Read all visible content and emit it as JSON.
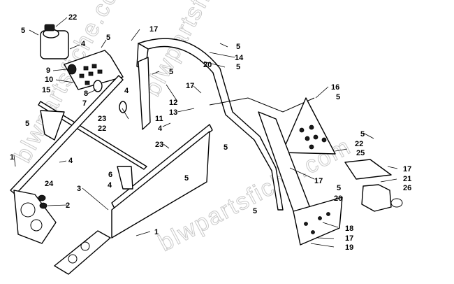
{
  "watermark": "blwpartsfiche.com",
  "callouts": [
    {
      "id": "c1",
      "text": "22"
    },
    {
      "id": "c2",
      "text": "5"
    },
    {
      "id": "c3",
      "text": "4"
    },
    {
      "id": "c4",
      "text": "5"
    },
    {
      "id": "c5",
      "text": "9"
    },
    {
      "id": "c6",
      "text": "10"
    },
    {
      "id": "c7",
      "text": "15"
    },
    {
      "id": "c8",
      "text": "8"
    },
    {
      "id": "c9",
      "text": "7"
    },
    {
      "id": "c10",
      "text": "17"
    },
    {
      "id": "c11",
      "text": "5"
    },
    {
      "id": "c12",
      "text": "14"
    },
    {
      "id": "c13",
      "text": "20"
    },
    {
      "id": "c14",
      "text": "5"
    },
    {
      "id": "c15",
      "text": "5"
    },
    {
      "id": "c16",
      "text": "4"
    },
    {
      "id": "c17",
      "text": "17"
    },
    {
      "id": "c18",
      "text": "12"
    },
    {
      "id": "c19",
      "text": "13"
    },
    {
      "id": "c20",
      "text": "23"
    },
    {
      "id": "c21",
      "text": "22"
    },
    {
      "id": "c22",
      "text": "11"
    },
    {
      "id": "c23",
      "text": "4"
    },
    {
      "id": "c24",
      "text": "5"
    },
    {
      "id": "c25",
      "text": "23"
    },
    {
      "id": "c26",
      "text": "5"
    },
    {
      "id": "c27",
      "text": "1"
    },
    {
      "id": "c28",
      "text": "4"
    },
    {
      "id": "c29",
      "text": "6"
    },
    {
      "id": "c30",
      "text": "24"
    },
    {
      "id": "c31",
      "text": "3"
    },
    {
      "id": "c32",
      "text": "4"
    },
    {
      "id": "c33",
      "text": "5"
    },
    {
      "id": "c34",
      "text": "2"
    },
    {
      "id": "c35",
      "text": "1"
    },
    {
      "id": "c36",
      "text": "16"
    },
    {
      "id": "c37",
      "text": "5"
    },
    {
      "id": "c38",
      "text": "5"
    },
    {
      "id": "c39",
      "text": "22"
    },
    {
      "id": "c40",
      "text": "25"
    },
    {
      "id": "c41",
      "text": "17"
    },
    {
      "id": "c42",
      "text": "21"
    },
    {
      "id": "c43",
      "text": "26"
    },
    {
      "id": "c44",
      "text": "5"
    },
    {
      "id": "c45",
      "text": "20"
    },
    {
      "id": "c46",
      "text": "17"
    },
    {
      "id": "c47",
      "text": "5"
    },
    {
      "id": "c48",
      "text": "18"
    },
    {
      "id": "c49",
      "text": "17"
    },
    {
      "id": "c50",
      "text": "19"
    }
  ]
}
